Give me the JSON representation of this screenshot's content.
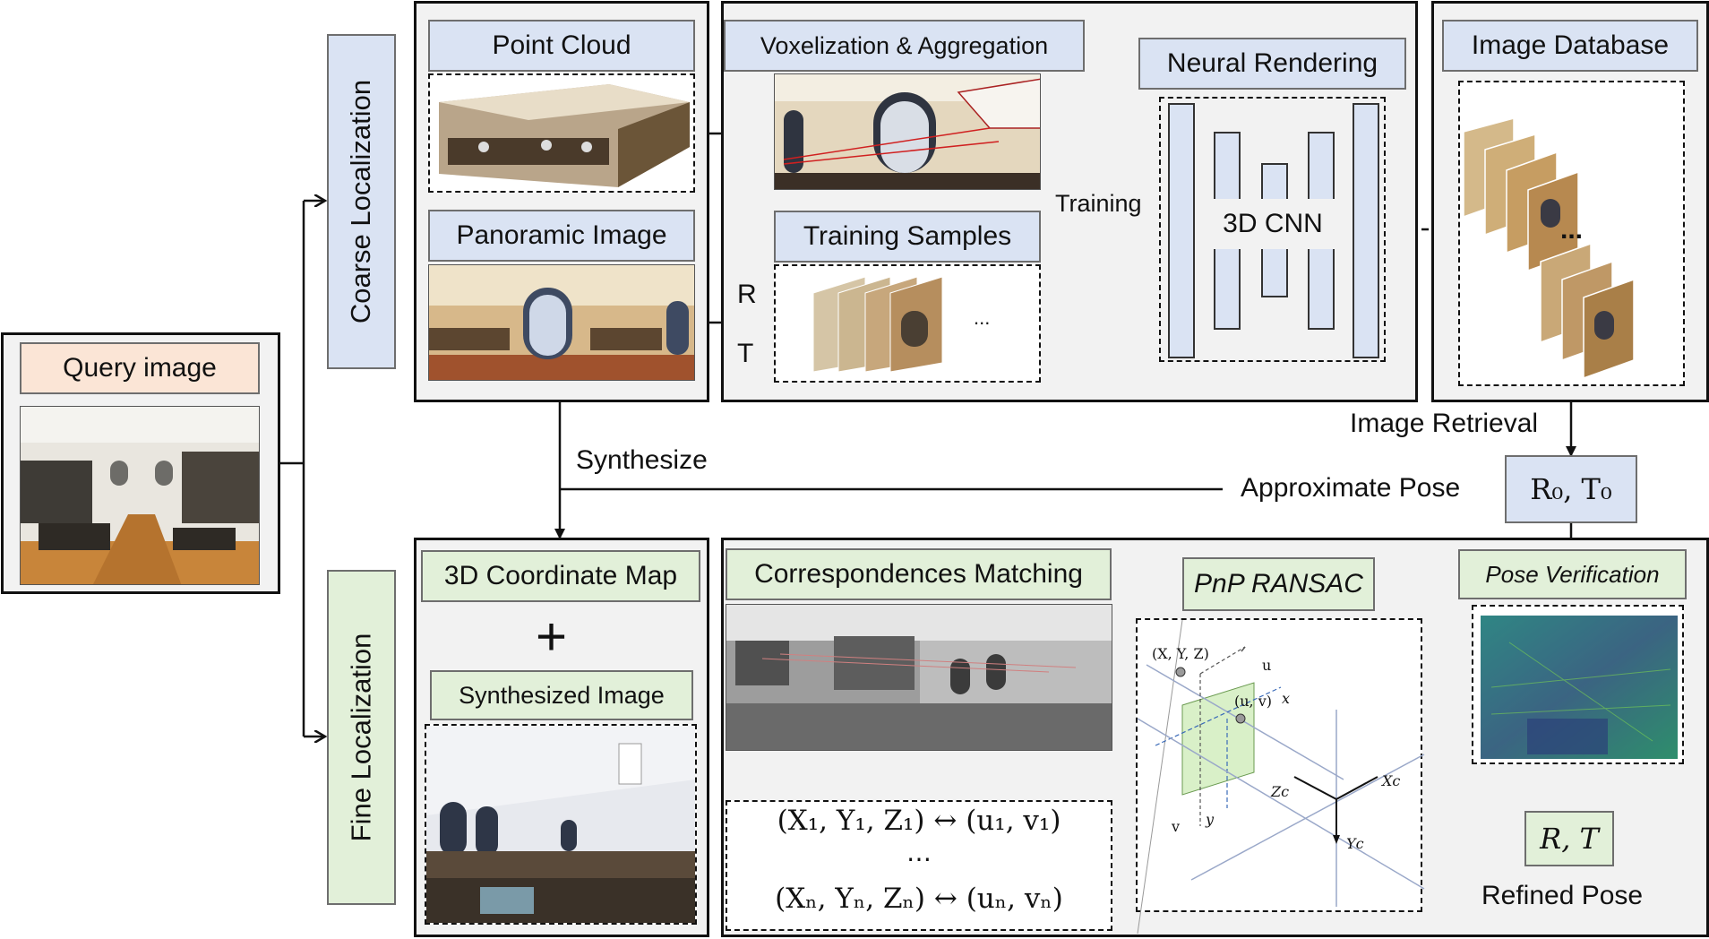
{
  "query": {
    "label": "Query image"
  },
  "coarse": {
    "label": "Coarse Localization"
  },
  "fine": {
    "label": "Fine Localization"
  },
  "inputs": {
    "point_cloud": "Point Cloud",
    "panoramic": "Panoramic Image"
  },
  "train": {
    "voxel": "Voxelization & Aggregation",
    "samples": "Training Samples",
    "r": "R",
    "t": "T",
    "ellipsis": "...",
    "arrow_label": "Training",
    "neural": "Neural Rendering",
    "cnn": "3D CNN"
  },
  "database": {
    "label": "Image Database",
    "ellipsis": "...",
    "retrieval": "Image Retrieval"
  },
  "synthesize": "Synthesize",
  "approx": {
    "label": "Approximate Pose",
    "value": "R₀, T₀"
  },
  "fine_inputs": {
    "coord_map": "3D Coordinate Map",
    "plus": "+",
    "synth_img": "Synthesized Image"
  },
  "matching": {
    "label": "Correspondences Matching",
    "eq1": "(X₁, Y₁, Z₁) ↔ (u₁, v₁)",
    "dots": "⋯",
    "eqn": "(Xₙ, Yₙ, Zₙ) ↔ (uₙ, vₙ)"
  },
  "pnp": {
    "label": "PnP RANSAC",
    "xyz": "(X, Y, Z)",
    "uv": "(u, v)",
    "u": "u",
    "v": "v",
    "x": "x",
    "y": "y",
    "xc": "Xc",
    "yc": "Yc",
    "zc": "Zc"
  },
  "verify": {
    "label": "Pose Verification",
    "result": "R, T",
    "refined": "Refined Pose"
  }
}
